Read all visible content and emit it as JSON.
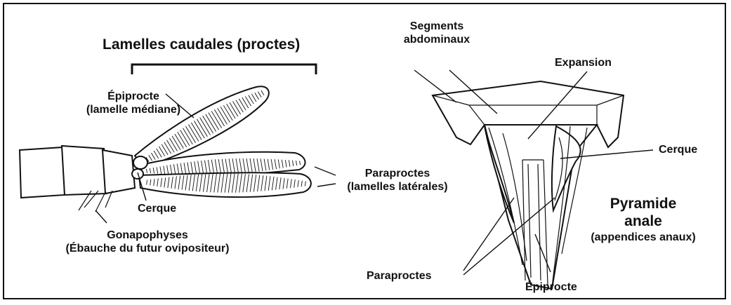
{
  "left": {
    "title": "Lamelles caudales (proctes)",
    "epiprocte_line1": "Épiprocte",
    "epiprocte_line2": "(lamelle médiane)",
    "paraproctes_line1": "Paraproctes",
    "paraproctes_line2": "(lamelles latérales)",
    "cerque": "Cerque",
    "gonapophyses_line1": "Gonapophyses",
    "gonapophyses_line2": "(Ébauche du futur ovipositeur)"
  },
  "right": {
    "segments_line1": "Segments",
    "segments_line2": "abdominaux",
    "expansion": "Expansion",
    "cerque": "Cerque",
    "pyramide_line1": "Pyramide",
    "pyramide_line2": "anale",
    "pyramide_line3": "(appendices anaux)",
    "paraproctes": "Paraproctes",
    "epiprocte": "Épiprocte"
  }
}
